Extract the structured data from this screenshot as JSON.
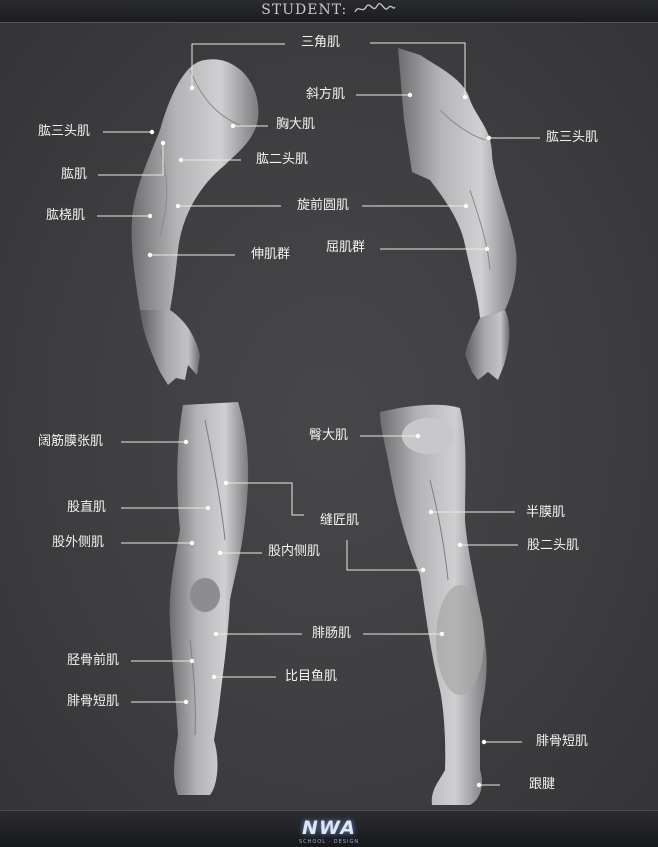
{
  "header": {
    "watermark": "STUDENT:"
  },
  "footer": {
    "logo": "NWA",
    "logo_sub": "SCHOOL · DESIGN"
  },
  "labels": {
    "deltoid": "三角肌",
    "trapezius": "斜方肌",
    "triceps_left": "肱三头肌",
    "triceps_right": "肱三头肌",
    "pectoralis": "胸大肌",
    "brachialis": "肱肌",
    "biceps": "肱二头肌",
    "brachioradialis": "肱桡肌",
    "pronator_teres": "旋前圆肌",
    "extensors": "伸肌群",
    "flexors": "屈肌群",
    "tensor_fasciae_latae": "阔筋膜张肌",
    "gluteus_maximus": "臀大肌",
    "rectus_femoris": "股直肌",
    "sartorius": "缝匠肌",
    "semimembranosus": "半膜肌",
    "vastus_lateralis": "股外侧肌",
    "vastus_medialis": "股内侧肌",
    "biceps_femoris": "股二头肌",
    "gastrocnemius": "腓肠肌",
    "tibialis_anterior": "胫骨前肌",
    "soleus": "比目鱼肌",
    "peroneus_brevis_left": "腓骨短肌",
    "peroneus_brevis_right": "腓骨短肌",
    "achilles": "跟腱"
  },
  "colors": {
    "background": "#3f3f41",
    "line": "#e8e8e8",
    "text": "#f2f2f2"
  }
}
